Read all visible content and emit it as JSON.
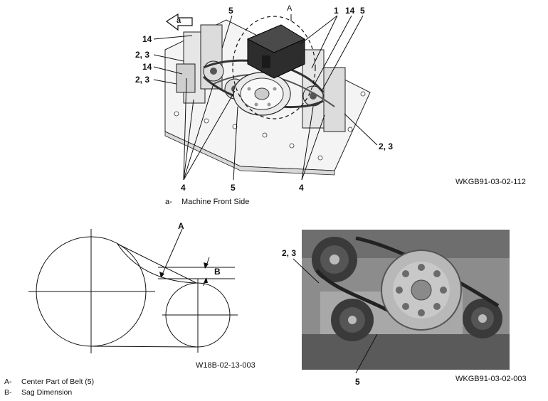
{
  "figure_top": {
    "callouts": {
      "a_arrow": "a",
      "A": "A",
      "c5_left": "5",
      "c1": "1",
      "c14_top": "14",
      "c5_right": "5",
      "c14_left_top": "14",
      "c23_left_top": "2, 3",
      "c14_left_mid": "14",
      "c23_left_mid": "2, 3",
      "c23_right": "2, 3",
      "c4_left": "4",
      "c5_bottom": "5",
      "c4_right": "4"
    },
    "figure_id": "WKGB91-03-02-112",
    "caption_key": "a-",
    "caption_text": "Machine Front Side"
  },
  "figure_bottom_left": {
    "labels": {
      "A": "A",
      "B": "B"
    },
    "figure_id": "W18B-02-13-003"
  },
  "figure_bottom_right": {
    "callouts": {
      "c23": "2, 3",
      "c5": "5"
    },
    "figure_id": "WKGB91-03-02-003"
  },
  "legend": [
    {
      "key": "A-",
      "text": "Center Part of Belt (5)"
    },
    {
      "key": "B-",
      "text": "Sag Dimension"
    }
  ],
  "colors": {
    "line": "#111111",
    "plate": "#f2f2f2",
    "photo_bg": "#8c8c8c",
    "pulley_dark": "#3a3a3a",
    "pulley_light": "#b8b8b8"
  }
}
